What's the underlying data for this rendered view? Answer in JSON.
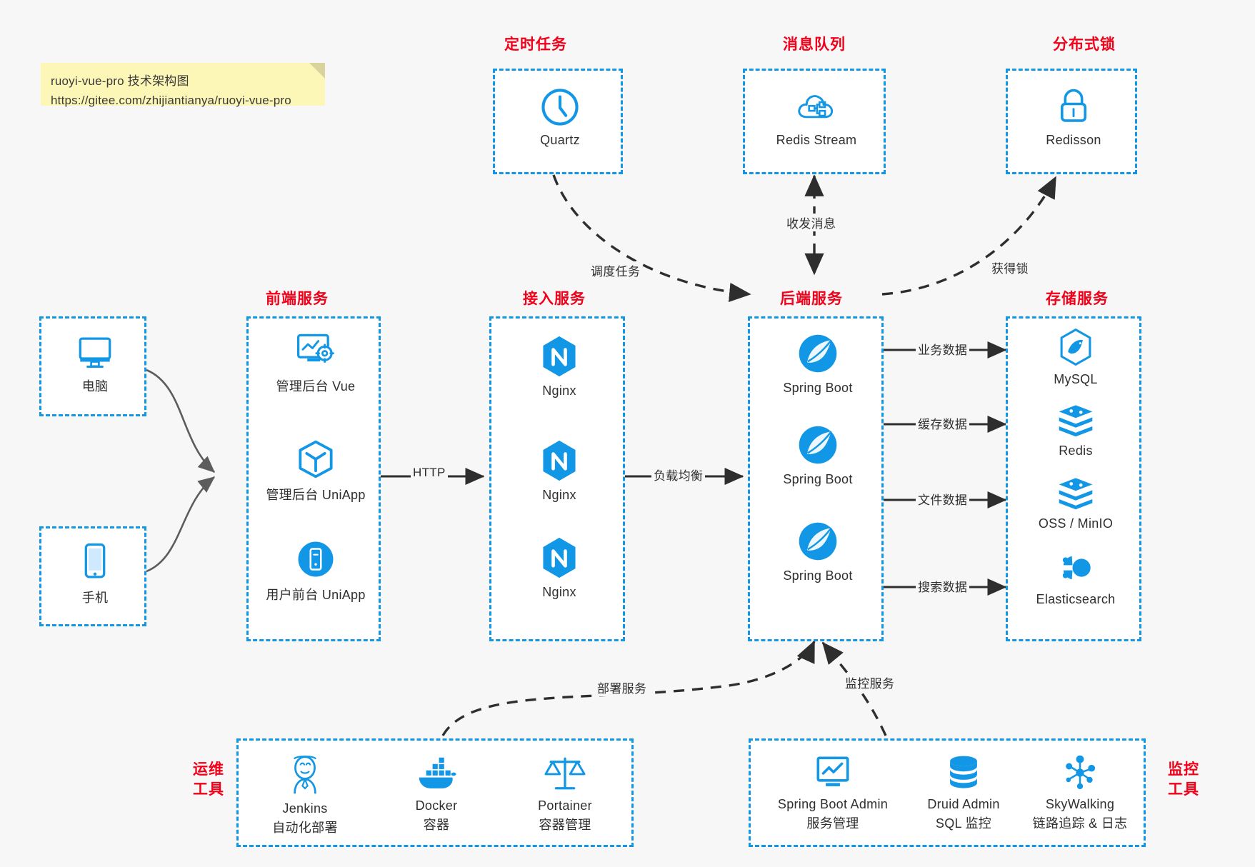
{
  "note": {
    "line1": "ruoyi-vue-pro 技术架构图",
    "line2": "https://gitee.com/zhijiantianya/ruoyi-vue-pro"
  },
  "colors": {
    "accent_blue": "#1296e6",
    "title_red": "#f2021a",
    "edge_gray": "#4a4a4a",
    "note_yellow": "#fcf6b7",
    "background": "#f7f7f7"
  },
  "groups": {
    "scheduled_tasks": {
      "title": "定时任务"
    },
    "message_queue": {
      "title": "消息队列"
    },
    "distributed_lock": {
      "title": "分布式锁"
    },
    "frontend": {
      "title": "前端服务"
    },
    "gateway": {
      "title": "接入服务"
    },
    "backend": {
      "title": "后端服务"
    },
    "storage": {
      "title": "存储服务"
    },
    "devops": {
      "title_l1": "运维",
      "title_l2": "工具"
    },
    "monitor": {
      "title_l1": "监控",
      "title_l2": "工具"
    }
  },
  "clients": [
    {
      "label": "电脑",
      "icon": "desktop-computer-icon"
    },
    {
      "label": "手机",
      "icon": "mobile-phone-icon"
    }
  ],
  "scheduled_tasks_nodes": [
    {
      "label": "Quartz",
      "icon": "clock-icon"
    }
  ],
  "message_queue_nodes": [
    {
      "label": "Redis Stream",
      "icon": "cloud-stream-icon"
    }
  ],
  "distributed_lock_nodes": [
    {
      "label": "Redisson",
      "icon": "padlock-icon"
    }
  ],
  "frontend_nodes": [
    {
      "label": "管理后台 Vue",
      "icon": "dashboard-gear-icon"
    },
    {
      "label": "管理后台 UniApp",
      "icon": "cube-icon"
    },
    {
      "label": "用户前台 UniApp",
      "icon": "mobile-app-icon"
    }
  ],
  "gateway_nodes": [
    {
      "label": "Nginx",
      "icon": "nginx-icon"
    },
    {
      "label": "Nginx",
      "icon": "nginx-icon"
    },
    {
      "label": "Nginx",
      "icon": "nginx-icon"
    }
  ],
  "backend_nodes": [
    {
      "label": "Spring Boot",
      "icon": "spring-boot-icon"
    },
    {
      "label": "Spring Boot",
      "icon": "spring-boot-icon"
    },
    {
      "label": "Spring Boot",
      "icon": "spring-boot-icon"
    }
  ],
  "storage_nodes": [
    {
      "label": "MySQL",
      "icon": "mysql-dolphin-icon"
    },
    {
      "label": "Redis",
      "icon": "redis-stack-icon"
    },
    {
      "label": "OSS / MinIO",
      "icon": "object-storage-icon"
    },
    {
      "label": "Elasticsearch",
      "icon": "elasticsearch-icon"
    }
  ],
  "devops_nodes": [
    {
      "label": "Jenkins",
      "sublabel": "自动化部署",
      "icon": "jenkins-butler-icon"
    },
    {
      "label": "Docker",
      "sublabel": "容器",
      "icon": "docker-whale-icon"
    },
    {
      "label": "Portainer",
      "sublabel": "容器管理",
      "icon": "scales-balance-icon"
    }
  ],
  "monitor_nodes": [
    {
      "label": "Spring Boot Admin",
      "sublabel": "服务管理",
      "icon": "monitor-chart-icon"
    },
    {
      "label": "Druid Admin",
      "sublabel": "SQL 监控",
      "icon": "database-cylinder-icon"
    },
    {
      "label": "SkyWalking",
      "sublabel": "链路追踪 & 日志",
      "icon": "skywalking-node-icon"
    }
  ],
  "edges": [
    {
      "id": "http",
      "label": "HTTP",
      "from": "frontend",
      "to": "gateway",
      "style": "solid"
    },
    {
      "id": "loadbalance",
      "label": "负载均衡",
      "from": "gateway",
      "to": "backend",
      "style": "solid"
    },
    {
      "id": "schedule",
      "label": "调度任务",
      "from": "quartz",
      "to": "backend",
      "style": "dashed"
    },
    {
      "id": "mq",
      "label": "收发消息",
      "from": "backend",
      "to": "redis-stream",
      "style": "dashed"
    },
    {
      "id": "lock",
      "label": "获得锁",
      "from": "backend",
      "to": "redisson",
      "style": "dashed"
    },
    {
      "id": "bizdata",
      "label": "业务数据",
      "from": "backend",
      "to": "mysql",
      "style": "solid"
    },
    {
      "id": "cachedata",
      "label": "缓存数据",
      "from": "backend",
      "to": "redis",
      "style": "solid"
    },
    {
      "id": "filedata",
      "label": "文件数据",
      "from": "backend",
      "to": "oss",
      "style": "solid"
    },
    {
      "id": "searchdata",
      "label": "搜索数据",
      "from": "backend",
      "to": "elasticsearch",
      "style": "solid"
    },
    {
      "id": "deploy",
      "label": "部署服务",
      "from": "devops",
      "to": "backend",
      "style": "dashed"
    },
    {
      "id": "monitor",
      "label": "监控服务",
      "from": "monitor",
      "to": "backend",
      "style": "dashed"
    }
  ]
}
